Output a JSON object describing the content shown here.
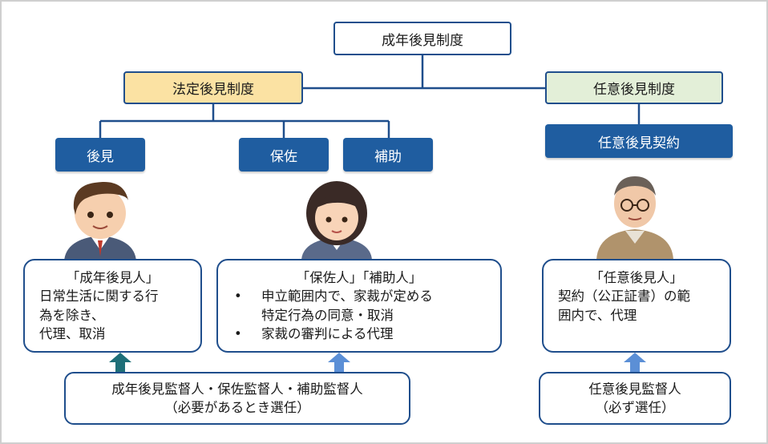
{
  "title": "成年後見制度",
  "branches": {
    "legal": "法定後見制度",
    "voluntary": "任意後見制度"
  },
  "types": {
    "kouken": "後見",
    "hosa": "保佐",
    "hojo": "補助",
    "nini_contract": "任意後見契約"
  },
  "descriptions": {
    "kouken": {
      "heading": "「成年後見人」",
      "lines": [
        "日常生活に関する行",
        "為を除き、",
        "代理、取消"
      ]
    },
    "hosa_hojo": {
      "heading": "「保佐人」「補助人」",
      "items": [
        "申立範囲内で、家裁が定める",
        "特定行為の同意・取消",
        "家裁の審判による代理"
      ]
    },
    "nini": {
      "heading": "「任意後見人」",
      "lines": [
        "契約（公正証書）の範",
        "囲内で、代理"
      ]
    }
  },
  "supervisors": {
    "legal": {
      "line1": "成年後見監督人・保佐監督人・補助監督人",
      "line2": "（必要があるとき選任）"
    },
    "voluntary": {
      "line1": "任意後見監督人",
      "line2": "（必ず選任）"
    }
  },
  "colors": {
    "navy": "#1f4e8c",
    "blue_box": "#1f5da0",
    "legal_fill": "#fbe2a3",
    "voluntary_fill": "#e3efd8",
    "arrow_teal": "#1e6f78",
    "arrow_blue": "#5b8fd6"
  }
}
